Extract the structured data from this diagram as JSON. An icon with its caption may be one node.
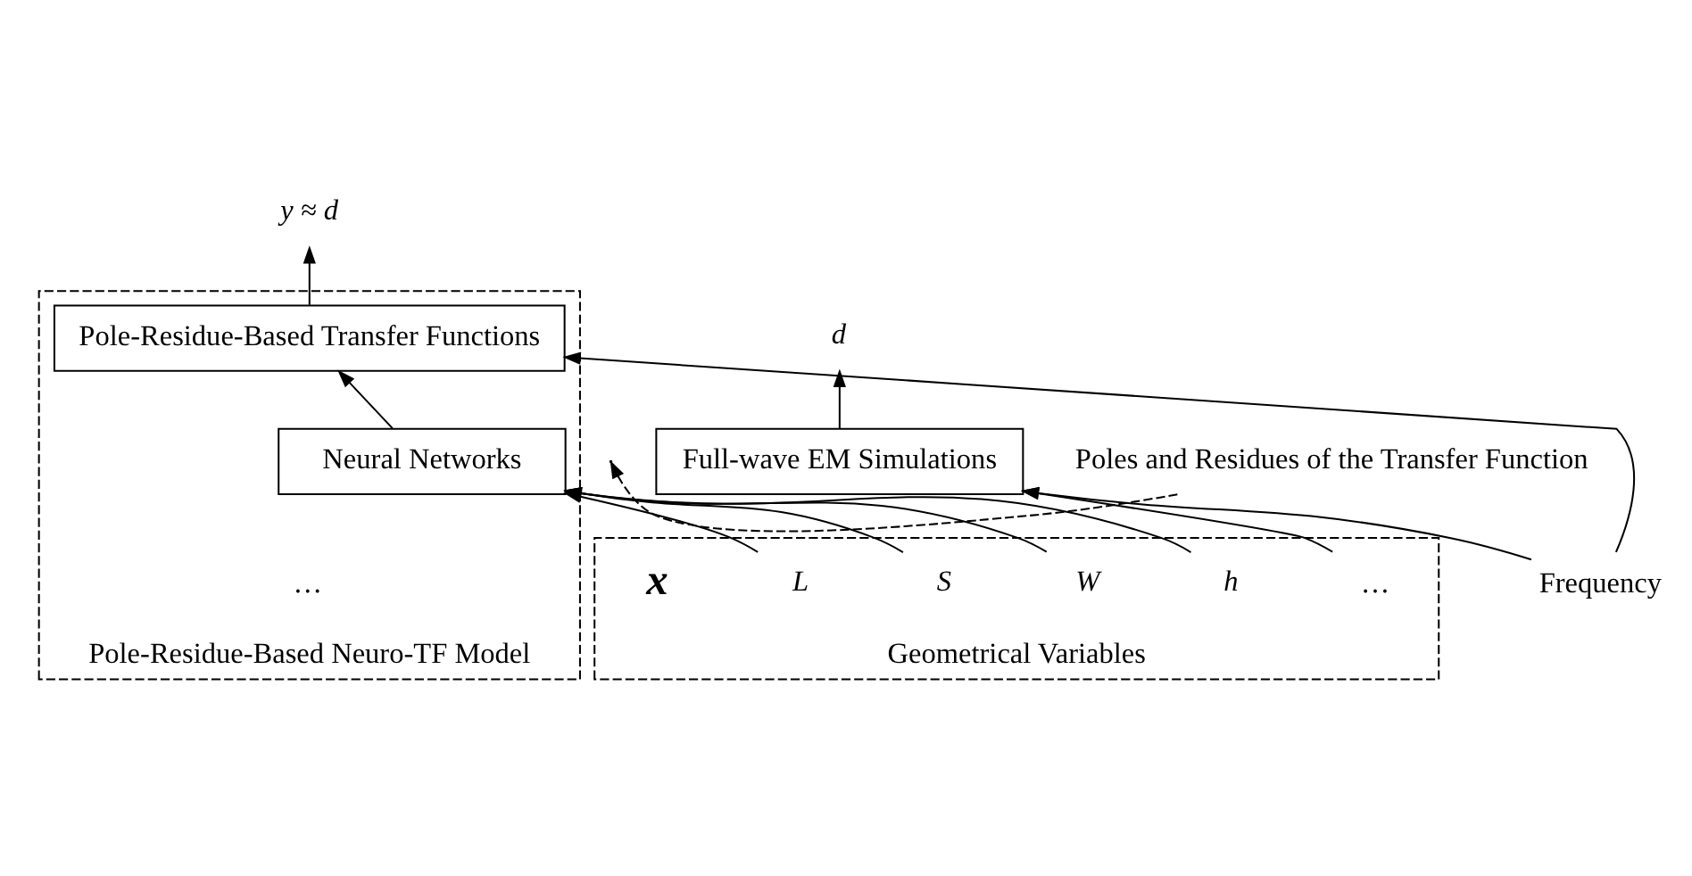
{
  "diagram": {
    "nodes": [
      {
        "text": [
          "Pole-Residue-Based Neuro-TF Model"
        ]
      },
      {
        "text": [
          "Pole-Residue-Based Transfer Functions"
        ],
        "in": 0
      },
      {
        "text": [
          "Neural Networks"
        ],
        "in": 0
      },
      {
        "text": [
          "Geometrical Variables"
        ],
        "beside": [
          "x"
        ]
      },
      {
        "text": [
          "L"
        ],
        "in": 3
      },
      {
        "text": [
          "S"
        ],
        "in": 3
      },
      {
        "text": [
          "W"
        ],
        "in": 3
      },
      {
        "text": [
          "h"
        ],
        "in": 3
      },
      {
        "text": [
          "…"
        ],
        "in": 3
      },
      {
        "text": [
          "y ≈ d"
        ]
      },
      {
        "text": [
          "Full-wave EM Simulations"
        ]
      },
      {
        "text": [
          "d"
        ]
      },
      {
        "text": [
          "Frequency"
        ]
      },
      {
        "text": [
          "Poles and Residues of the Transfer Function"
        ]
      }
    ],
    "edges": [
      {
        "from": 4,
        "to": 2,
        "arrow": "to"
      },
      {
        "from": 5,
        "to": 2,
        "arrow": "to"
      },
      {
        "from": 6,
        "to": 2,
        "arrow": "to"
      },
      {
        "from": 7,
        "to": 2,
        "arrow": "to"
      },
      {
        "from": 2,
        "to": 1,
        "arrow": "to"
      },
      {
        "from": 1,
        "to": 9,
        "arrow": "to"
      },
      {
        "from": 13,
        "to": null,
        "arrow": "to",
        "style": "dashed"
      },
      {
        "from": 10,
        "to": 11,
        "arrow": "to"
      },
      {
        "from": 8,
        "to": 10,
        "arrow": "to"
      },
      {
        "from": 12,
        "to": 1,
        "arrow": "to"
      },
      {
        "from": 12,
        "to": 10,
        "arrow": "to"
      }
    ],
    "labels": [
      "…"
    ]
  }
}
